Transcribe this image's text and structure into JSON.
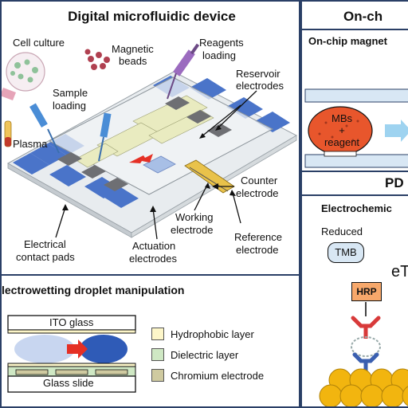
{
  "main_panel": {
    "title": "Digital microfluidic device",
    "labels": {
      "cell_culture": "Cell culture",
      "magnetic_beads_1": "Magnetic",
      "magnetic_beads_2": "beads",
      "reagents_loading_1": "Reagents",
      "reagents_loading_2": "loading",
      "sample_loading_1": "Sample",
      "sample_loading_2": "loading",
      "reservoir_1": "Reservoir",
      "reservoir_2": "electrodes",
      "plasma": "Plasma",
      "counter_1": "Counter",
      "counter_2": "electrode",
      "working_1": "Working",
      "working_2": "electrode",
      "reference_1": "Reference",
      "reference_2": "electrode",
      "contact_1": "Electrical",
      "contact_2": "contact pads",
      "actuation_1": "Actuation",
      "actuation_2": "electrodes"
    }
  },
  "ewod_panel": {
    "title": "lectrowetting droplet manipulation",
    "ito_glass": "ITO glass",
    "glass_slide": "Glass slide",
    "legend": [
      {
        "label": "Hydrophobic layer",
        "color": "#fdf6c9"
      },
      {
        "label": "Dielectric layer",
        "color": "#cfe8c4"
      },
      {
        "label": "Chromium electrode",
        "color": "#cfcaa0"
      }
    ]
  },
  "right_panel": {
    "title": "On-ch",
    "subtitle": "On-chip magnet",
    "droplet_line1": "MBs",
    "droplet_line2": "+",
    "droplet_line3": "reagent",
    "pd_label": "PD",
    "electrochem_label": "Electrochemic",
    "reduced_label": "Reduced",
    "tmb_label": "TMB",
    "hrp_label": "HRP",
    "e_label": "eT"
  },
  "colors": {
    "border": "#2a3f66",
    "droplet_red": "#e8562c",
    "droplet_blue": "#2f5bb7",
    "arrow_red": "#e53025",
    "gold": "#f2b50f",
    "hrp_orange": "#f7a86b"
  }
}
